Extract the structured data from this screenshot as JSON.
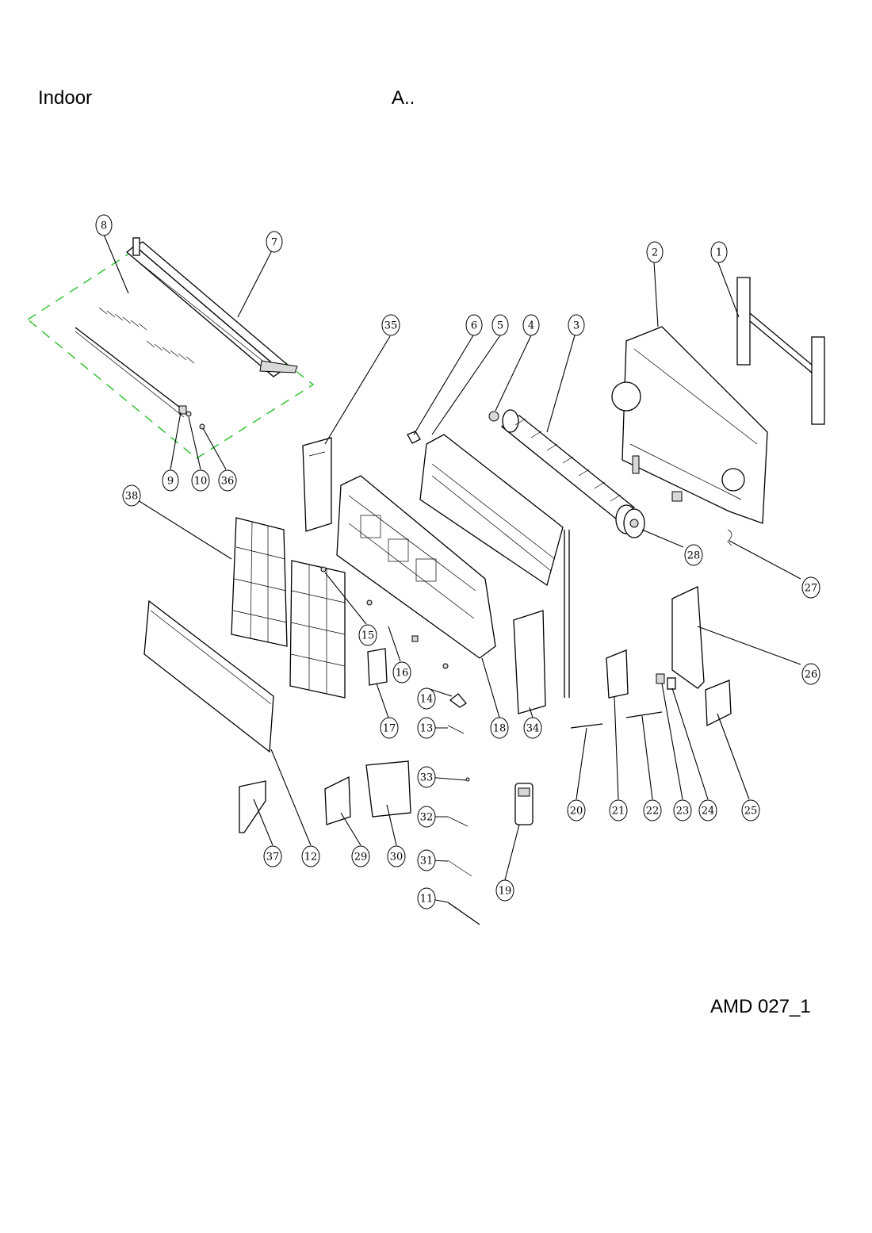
{
  "header": {
    "title_left": "Indoor",
    "title_right": "A.."
  },
  "footer": {
    "code": "AMD 027_1"
  },
  "callouts": [
    "1",
    "2",
    "3",
    "4",
    "5",
    "6",
    "7",
    "8",
    "9",
    "10",
    "11",
    "12",
    "13",
    "14",
    "15",
    "16",
    "17",
    "18",
    "19",
    "20",
    "21",
    "22",
    "23",
    "24",
    "25",
    "26",
    "27",
    "28",
    "29",
    "30",
    "31",
    "32",
    "33",
    "34",
    "35",
    "36",
    "37",
    "38"
  ],
  "colors": {
    "dashed_group": "#35c335",
    "line": "#000000"
  }
}
